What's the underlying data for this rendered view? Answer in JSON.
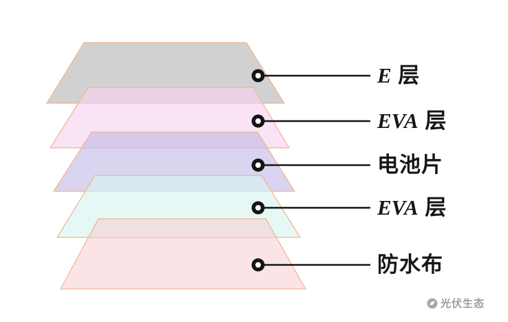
{
  "diagram": {
    "stroke": "#f2b38a",
    "line_color": "#141414",
    "dot_fill": "#141414",
    "dot_hole": "#ffffff",
    "background": "#ffffff"
  },
  "layers": [
    {
      "name": "e-layer",
      "latin": "E",
      "cjk": " 层",
      "fill": "#c7c5c6"
    },
    {
      "name": "eva-layer-top",
      "latin": "EVA",
      "cjk": " 层",
      "fill": "#f6d2ee"
    },
    {
      "name": "cell-layer",
      "latin": "",
      "cjk": "电池片",
      "fill": "#c1bae6"
    },
    {
      "name": "eva-layer-bottom",
      "latin": "EVA",
      "cjk": " 层",
      "fill": "#d7f4f0"
    },
    {
      "name": "waterproof-layer",
      "latin": "",
      "cjk": "防水布",
      "fill": "#f5cdd2"
    }
  ],
  "watermark": {
    "text": "光伏生态",
    "color": "#9c9c9c",
    "icon_color": "#a6a6a6"
  }
}
